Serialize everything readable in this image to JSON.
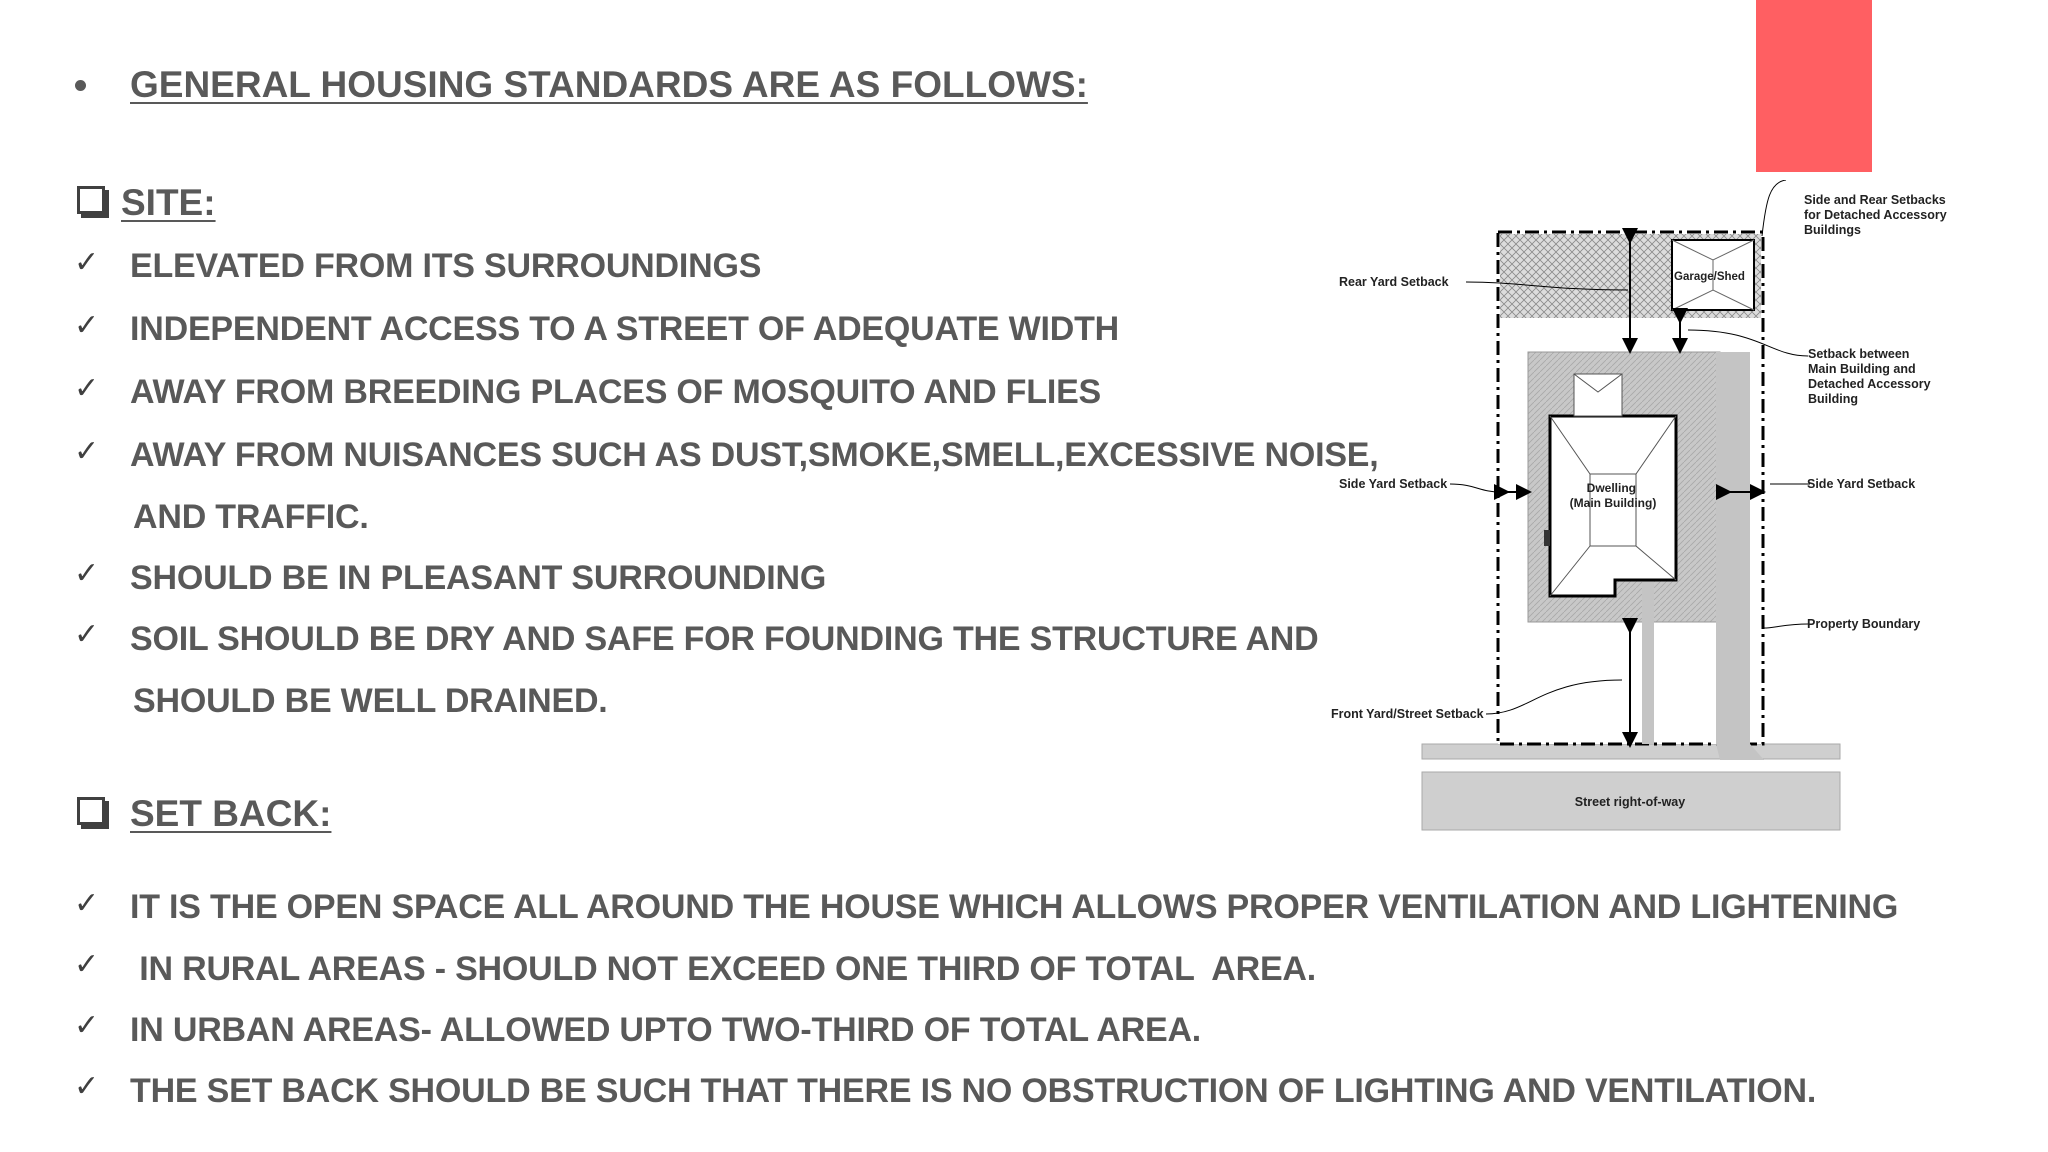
{
  "colors": {
    "accent": "#FF5F62",
    "text": "#595959"
  },
  "main_heading": "GENERAL HOUSING STANDARDS ARE AS FOLLOWS:",
  "site": {
    "title": "SITE:",
    "items": [
      "ELEVATED FROM ITS SURROUNDINGS",
      "INDEPENDENT ACCESS TO A STREET OF ADEQUATE WIDTH",
      "AWAY FROM BREEDING PLACES OF MOSQUITO AND FLIES",
      "AWAY FROM NUISANCES SUCH AS DUST,SMOKE,SMELL,EXCESSIVE  NOISE,",
      "AND TRAFFIC.",
      "SHOULD BE IN PLEASANT SURROUNDING",
      "SOIL SHOULD BE DRY AND SAFE FOR FOUNDING THE STRUCTURE AND",
      "SHOULD BE WELL DRAINED."
    ]
  },
  "setback": {
    "title": "SET BACK:",
    "items": [
      "IT IS THE OPEN SPACE ALL AROUND THE HOUSE WHICH ALLOWS  PROPER VENTILATION AND LIGHTENING",
      " IN RURAL AREAS - SHOULD NOT EXCEED ONE THIRD OF TOTAL  AREA.",
      "IN URBAN AREAS- ALLOWED UPTO TWO-THIRD OF TOTAL AREA.",
      "THE SET BACK SHOULD BE SUCH THAT THERE IS NO  OBSTRUCTION OF LIGHTING AND VENTILATION."
    ]
  },
  "diagram": {
    "labels": {
      "side_rear": [
        "Side and Rear Setbacks",
        "for Detached Accessory",
        "Buildings"
      ],
      "rear_yard": "Rear Yard Setback",
      "garage": "Garage/Shed",
      "between": [
        "Setback between",
        "Main Building and",
        "Detached Accessory",
        "Building"
      ],
      "side_yard_left": "Side Yard Setback",
      "side_yard_right": "Side Yard Setback",
      "dwelling": [
        "Dwelling",
        "(Main Building)"
      ],
      "property_boundary": "Property Boundary",
      "front_yard": "Front Yard/Street Setback",
      "street": "Street right-of-way"
    }
  }
}
